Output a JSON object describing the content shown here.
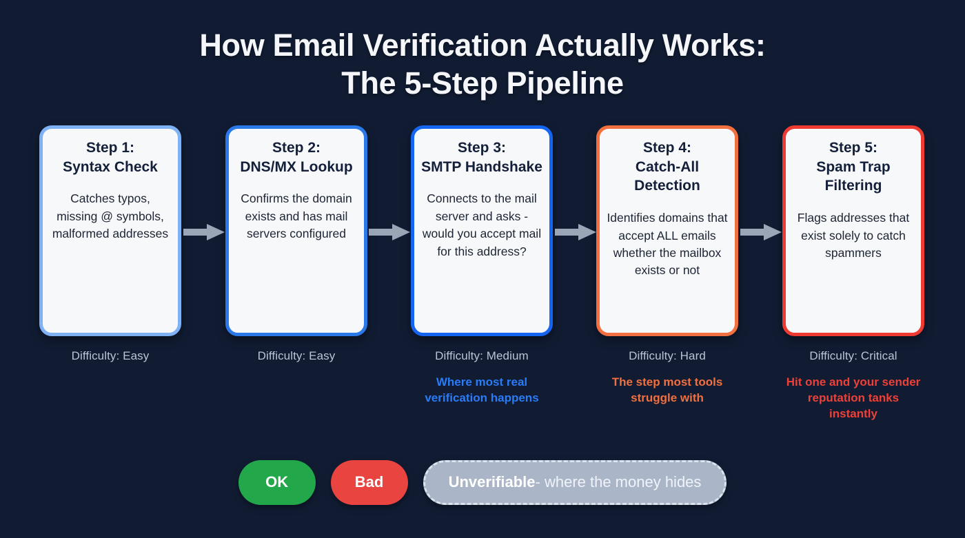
{
  "background_color": "#111c33",
  "title": {
    "line1": "How Email Verification Actually Works:",
    "line2": "The 5-Step Pipeline"
  },
  "steps": [
    {
      "title": "Step 1:\nSyntax Check",
      "body": "Catches typos, missing @ symbols, malformed addresses",
      "difficulty": "Difficulty: Easy",
      "note": "",
      "border_color": "#7fb2f5",
      "note_color": "#7fb2f5"
    },
    {
      "title": "Step 2:\nDNS/MX Lookup",
      "body": "Confirms the domain exists and has mail servers configured",
      "difficulty": "Difficulty: Easy",
      "note": "",
      "border_color": "#2b78e8",
      "note_color": "#2b78e8"
    },
    {
      "title": "Step 3:\nSMTP Handshake",
      "body": "Connects to the mail server and asks - would you accept mail for this address?",
      "difficulty": "Difficulty: Medium",
      "note": "Where most real verification happens",
      "border_color": "#1565f0",
      "note_color": "#2a7bf7"
    },
    {
      "title": "Step 4:\nCatch-All Detection",
      "body": "Identifies domains that accept ALL emails whether the mailbox exists or not",
      "difficulty": "Difficulty: Hard",
      "note": "The step most tools struggle with",
      "border_color": "#f2703f",
      "note_color": "#f2703f"
    },
    {
      "title": "Step 5:\nSpam Trap Filtering",
      "body": "Flags addresses that exist solely to catch spammers",
      "difficulty": "Difficulty: Critical",
      "note": "Hit one and your sender reputation tanks instantly",
      "border_color": "#ed3b32",
      "note_color": "#ef4038"
    }
  ],
  "arrows": {
    "count": 4,
    "color": "#9aa5b6",
    "icon": "arrow-right-icon"
  },
  "legend": {
    "ok_label": "OK",
    "ok_color": "#22a84a",
    "bad_label": "Bad",
    "bad_color": "#e9443f",
    "unverifiable_strong": "Unverifiable",
    "unverifiable_rest": " - where the money hides",
    "unverifiable_color": "#aab6c8"
  }
}
